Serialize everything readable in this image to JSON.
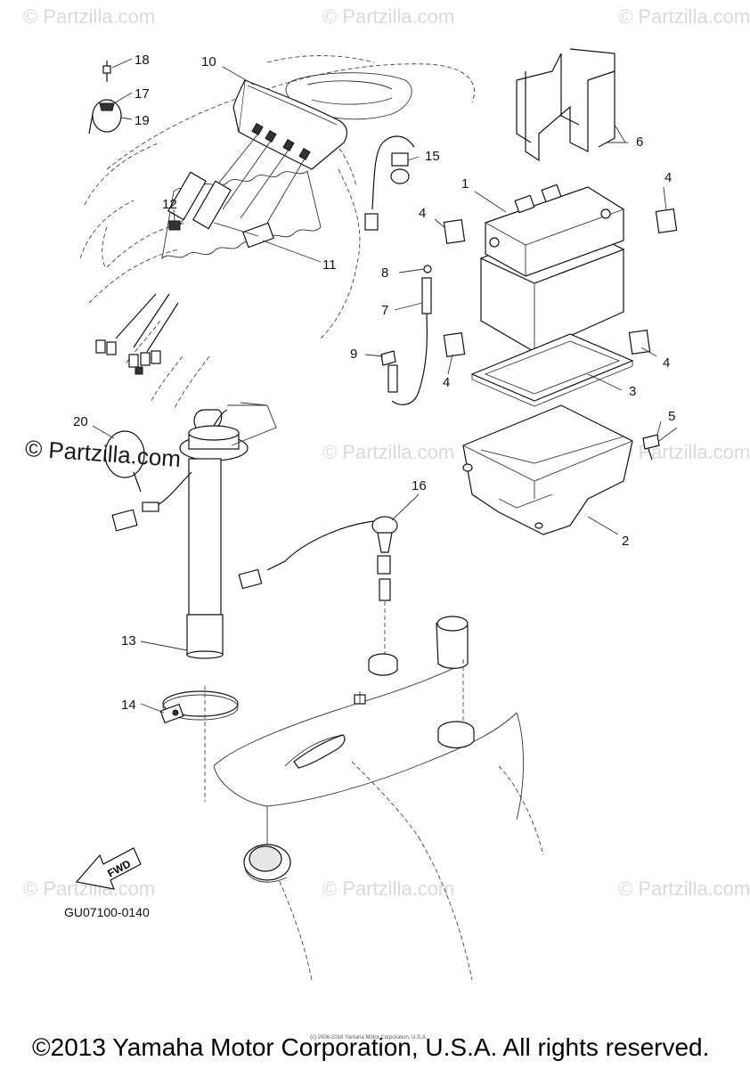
{
  "watermark": "© Partzilla.com",
  "watermark_prominent": "© Partzilla.com",
  "callouts": [
    "1",
    "2",
    "3",
    "4",
    "4",
    "4",
    "4",
    "5",
    "6",
    "7",
    "8",
    "9",
    "10",
    "11",
    "12",
    "13",
    "14",
    "15",
    "16",
    "17",
    "18",
    "19",
    "20"
  ],
  "fwd_label": "FWD",
  "diagram_code": "GU07100-0140",
  "fine_print": "(c) 2006-2016 Yamaha Motor Corporation, U.S.A.",
  "copyright": "©2013 Yamaha Motor Corporation, U.S.A. All rights reserved."
}
